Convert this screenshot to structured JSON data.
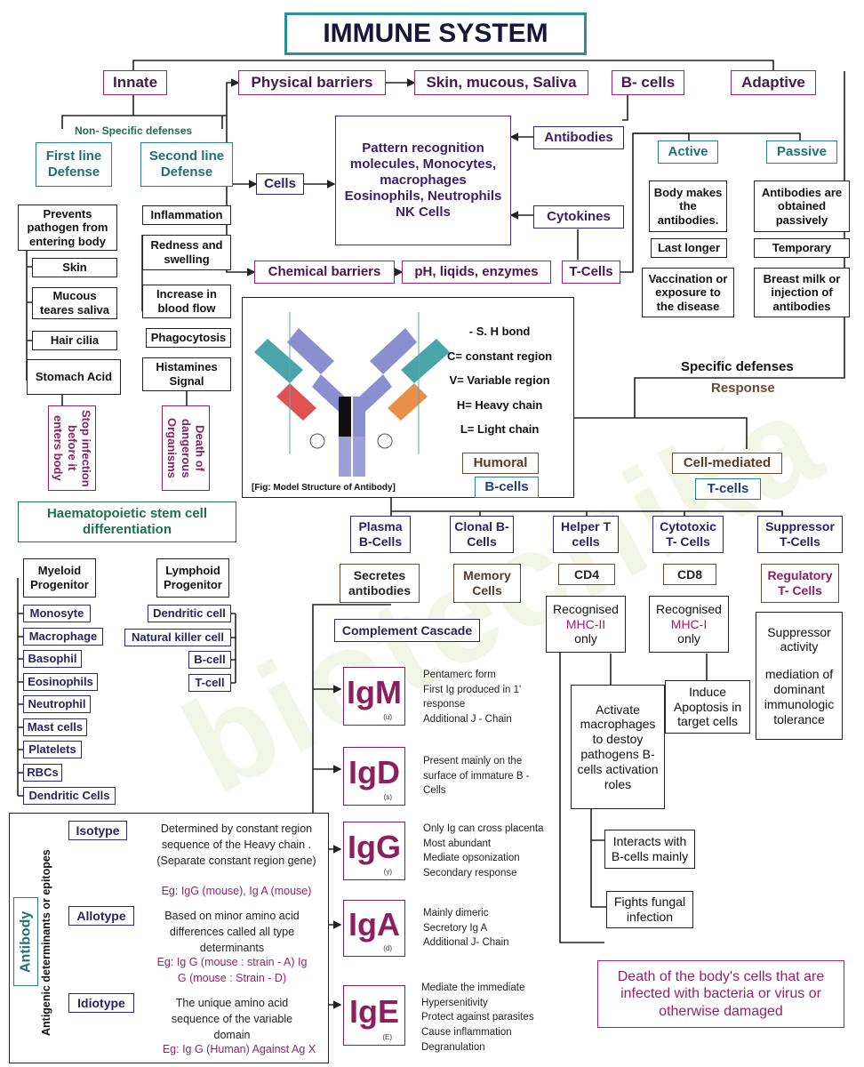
{
  "title": "IMMUNE SYSTEM",
  "innate": "Innate",
  "physical_barriers": "Physical barriers",
  "skin_mucous_saliva": "Skin, mucous, Saliva",
  "b_cells": "B- cells",
  "adaptive": "Adaptive",
  "non_specific": "Non- Specific defenses",
  "first_line": "First line Defense",
  "second_line": "Second line Defense",
  "cells": "Cells",
  "pattern_box": "Pattern recognition molecules, Monocytes, macrophages Eosinophils, Neutrophils NK Cells",
  "antibodies": "Antibodies",
  "cytokines": "Cytokines",
  "t_cells_top": "T-Cells",
  "chemical_barriers": "Chemical barriers",
  "ph_box": "pH, liqids, enzymes",
  "active": "Active",
  "passive": "Passive",
  "active_items": [
    "Body makes the antibodies.",
    "Last longer",
    "Vaccination or exposure to the disease"
  ],
  "passive_items": [
    "Antibodies are obtained passively",
    "Temporary",
    "Breast milk or injection of antibodies"
  ],
  "first_items": [
    "Prevents pathogen from entering body",
    "Skin",
    "Mucous teares saliva",
    "Hair cilia",
    "Stomach Acid"
  ],
  "second_items": [
    "Inflammation",
    "Redness and swelling",
    "Increase in blood flow",
    "Phagocytosis",
    "Histamines Signal"
  ],
  "stop_infection": "Stop infection before it enters body",
  "death_organisms": "Death of dangerous Organisms",
  "fig_legend": [
    "- S. H bond",
    "C= constant region",
    "V= Variable region",
    "H= Heavy chain",
    "L= Light chain"
  ],
  "fig_caption": "[Fig: Model Structure of Antibody]",
  "specific_defenses": "Specific defenses",
  "response": "Response",
  "humoral": "Humoral",
  "b_cells_label": "B-cells",
  "cell_mediated": "Cell-mediated",
  "t_cells_label": "T-cells",
  "plasma": "Plasma B-Cells",
  "clonal": "Clonal B-Cells",
  "helper": "Helper T cells",
  "cytotoxic": "Cytotoxic T- Cells",
  "suppressor": "Suppressor T-Cells",
  "secretes": "Secretes antibodies",
  "memory": "Memory Cells",
  "cd4": "CD4",
  "cd8": "CD8",
  "regulatory": "Regulatory T- Cells",
  "recog_prefix": "Recognised",
  "mhc2": "MHC-II",
  "mhc1": "MHC-I",
  "only": "only",
  "suppressor_activity": "Suppressor activity",
  "mediation": "mediation of dominant immunologic tolerance",
  "induce": "Induce Apoptosis in target cells",
  "activate": "Activate macrophages to destoy pathogens B- cells activation roles",
  "interacts": "Interacts with B-cells mainly",
  "fights": "Fights fungal infection",
  "death_cells": "Death of the body's cells that are infected with bacteria or virus or otherwise damaged",
  "complement": "Complement Cascade",
  "haema": "Haematopoietic stem cell differentiation",
  "myeloid": "Myeloid Progenitor",
  "lymphoid": "Lymphoid Progenitor",
  "myeloid_items": [
    "Monosyte",
    "Macrophage",
    "Basophil",
    "Eosinophils",
    "Neutrophil",
    "Mast cells",
    "Platelets",
    "RBCs",
    "Dendritic Cells"
  ],
  "lymphoid_items": [
    "Dendritic cell",
    "Natural killer cell",
    "B-cell",
    "T-cell"
  ],
  "ig": [
    {
      "name": "IgM",
      "sub": "(u)",
      "notes": [
        "Pentamerc form",
        "First Ig produced in 1' response",
        "Additional J - Chain"
      ]
    },
    {
      "name": "IgD",
      "sub": "(s)",
      "notes": [
        "Present mainly on the surface of immature B - Cells"
      ]
    },
    {
      "name": "IgG",
      "sub": "(y)",
      "notes": [
        "Only Ig can cross placenta",
        "Most abundant",
        "Mediate opsonization",
        "Secondary response"
      ]
    },
    {
      "name": "IgA",
      "sub": "(d)",
      "notes": [
        "Mainly dimeric",
        "Secretory Ig A",
        "Additional J- Chain"
      ]
    },
    {
      "name": "IgE",
      "sub": "(E)",
      "notes": [
        "Mediate the immediate Hypersenitivity",
        "Protect against parasites",
        "Cause inflammation",
        "Degranulation"
      ]
    }
  ],
  "antibody": "Antibody",
  "antigenic": "Antigenic determinants or epitopes",
  "isotype": "Isotype",
  "allotype": "Allotype",
  "idiotype": "Idiotype",
  "isotype_desc": "Determined by constant region sequence of the Heavy chain .(Separate constant region gene)",
  "isotype_eg": "Eg: IgG (mouse), Ig A (mouse)",
  "allotype_desc": "Based on minor amino acid differences called all type determinants",
  "allotype_eg": "Eg: Ig G (mouse : strain - A) Ig G (mouse : Strain - D)",
  "idiotype_desc": "The unique amino acid sequence of the variable domain",
  "idiotype_eg": "Eg: Ig G (Human) Against Ag X",
  "watermark": "biotecnika",
  "colors": {
    "magenta": "#a0236c",
    "navy": "#2b2a6e",
    "teal": "#2a7f88",
    "brown": "#6b4a32"
  }
}
